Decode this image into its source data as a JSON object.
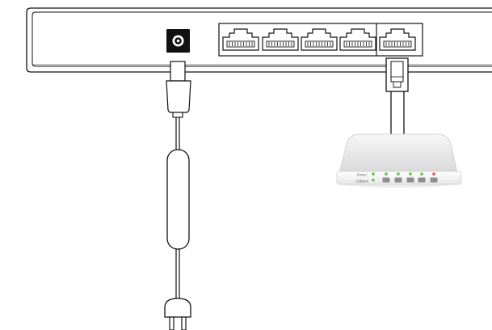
{
  "device": {
    "led_labels": {
      "power": "Power",
      "collision": "Collision"
    },
    "led_states": {
      "power": "on",
      "port_link": [
        "on",
        "on",
        "on",
        "on"
      ],
      "alert": "on"
    }
  },
  "switch_panel": {
    "power_jack": "dc-in",
    "lan_ports": 4,
    "uplink_ports": 1
  },
  "colors": {
    "outline": "#111111",
    "fill": "#ffffff",
    "device_body": "#e9e9e9",
    "led_green": "#56c23a",
    "led_red": "#e1475a",
    "led_gray": "#cccccc",
    "port_button": "#8d8d8d"
  },
  "icons": [
    "dc-power-jack-icon",
    "ethernet-port-icon",
    "rj45-plug-icon",
    "power-plug-icon",
    "ac-adapter-icon"
  ]
}
